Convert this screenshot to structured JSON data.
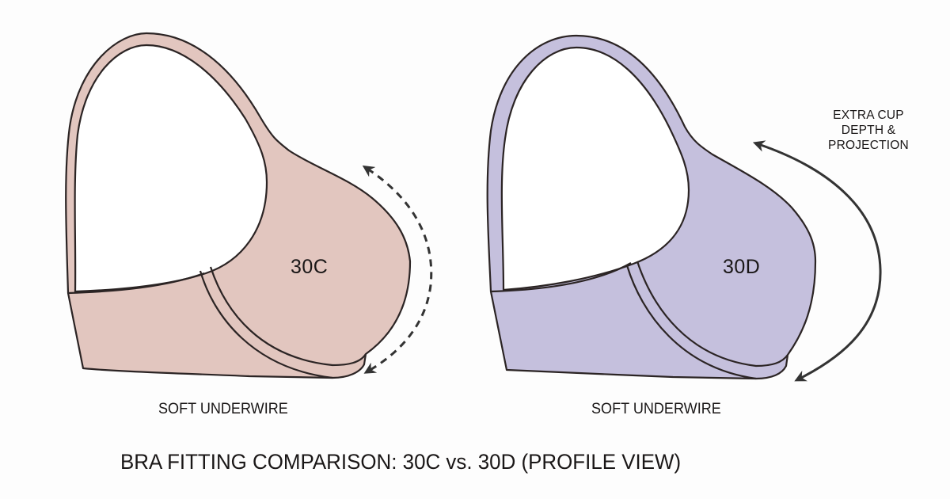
{
  "title": "BRA FITTING COMPARISON: 30C vs. 30D (PROFILE VIEW)",
  "colors": {
    "background": "#fdfdfd",
    "outline": "#2b2424",
    "bra_30c_fill": "#e2c6bf",
    "bra_30d_fill": "#c5c0dd",
    "arrow": "#333333"
  },
  "figures": [
    {
      "size_label": "30C",
      "wire_label": "SOFT UNDERWIRE",
      "arrow_style": "dashed double-headed arc"
    },
    {
      "size_label": "30D",
      "wire_label": "SOFT UNDERWIRE",
      "arrow_style": "solid double-headed arc",
      "callout": [
        "EXTRA CUP",
        "DEPTH &",
        "PROJECTION"
      ]
    }
  ]
}
